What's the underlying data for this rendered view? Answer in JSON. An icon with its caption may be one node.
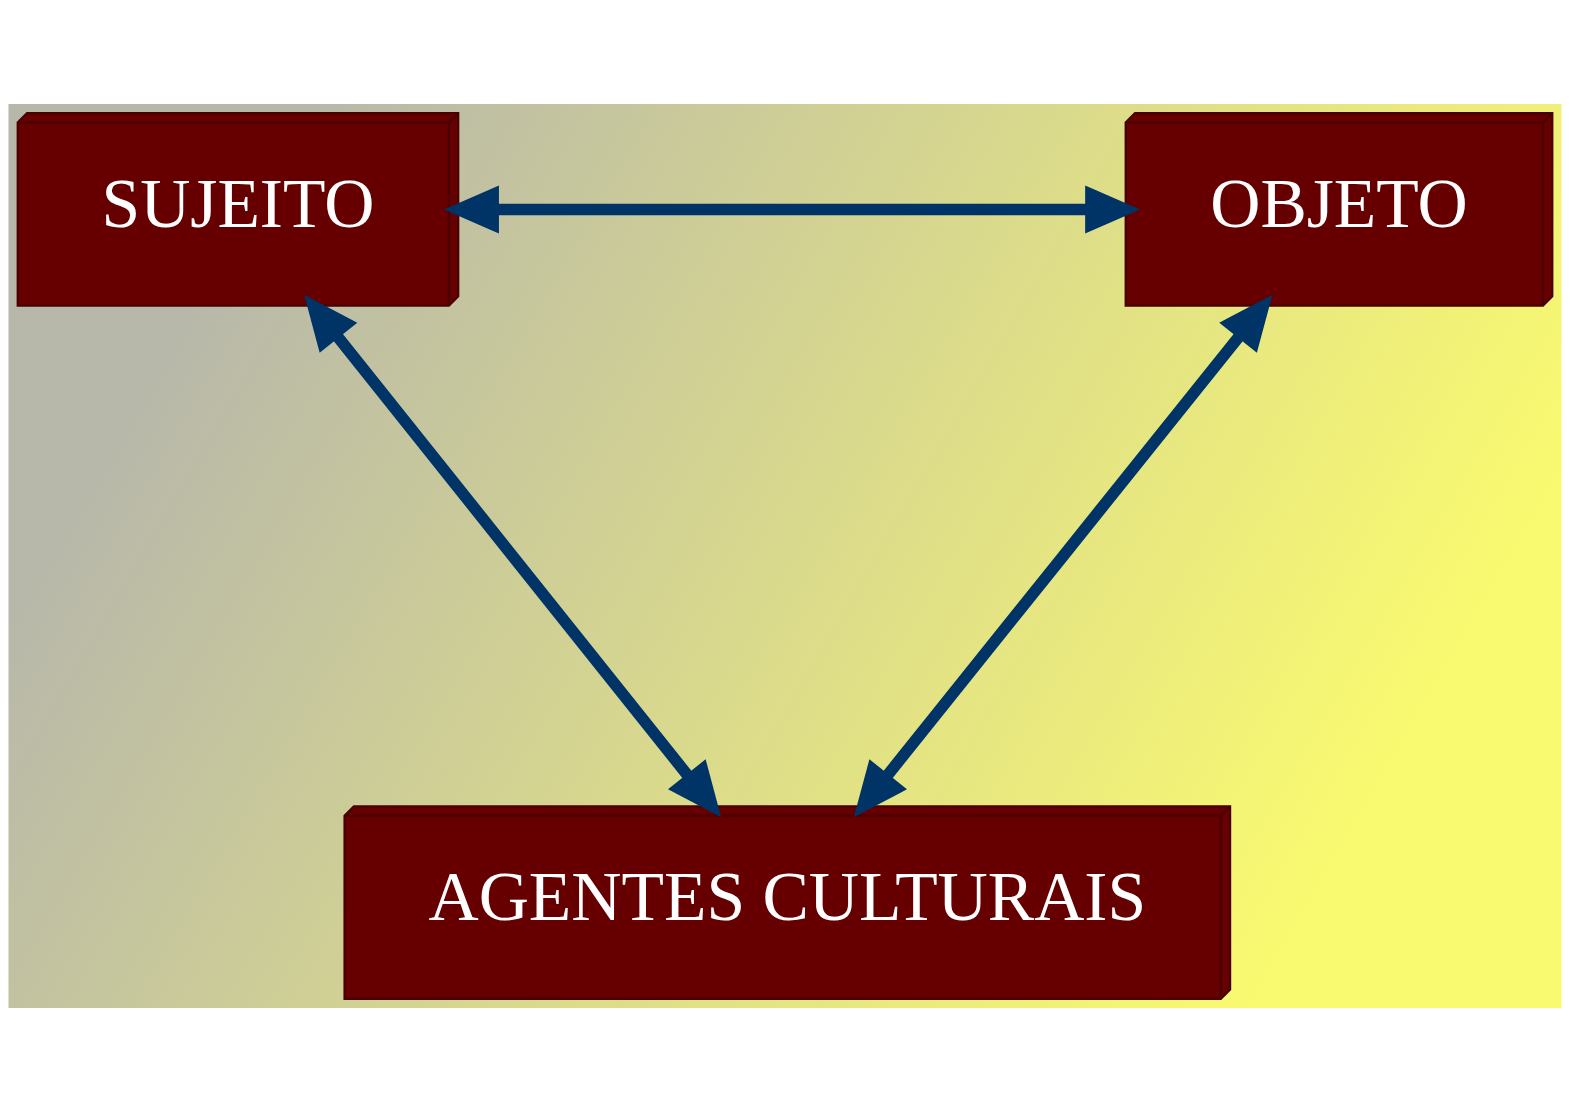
{
  "diagram": {
    "nodes": [
      {
        "text": [
          "SUJEITO"
        ]
      },
      {
        "text": [
          "OBJETO"
        ]
      },
      {
        "text": [
          "AGENTES CULTURAIS"
        ]
      }
    ],
    "edges": [
      {
        "from": 0,
        "to": 1,
        "arrow": "both"
      },
      {
        "from": 0,
        "to": 2,
        "arrow": "both"
      },
      {
        "from": 1,
        "to": 2,
        "arrow": "both"
      }
    ]
  }
}
